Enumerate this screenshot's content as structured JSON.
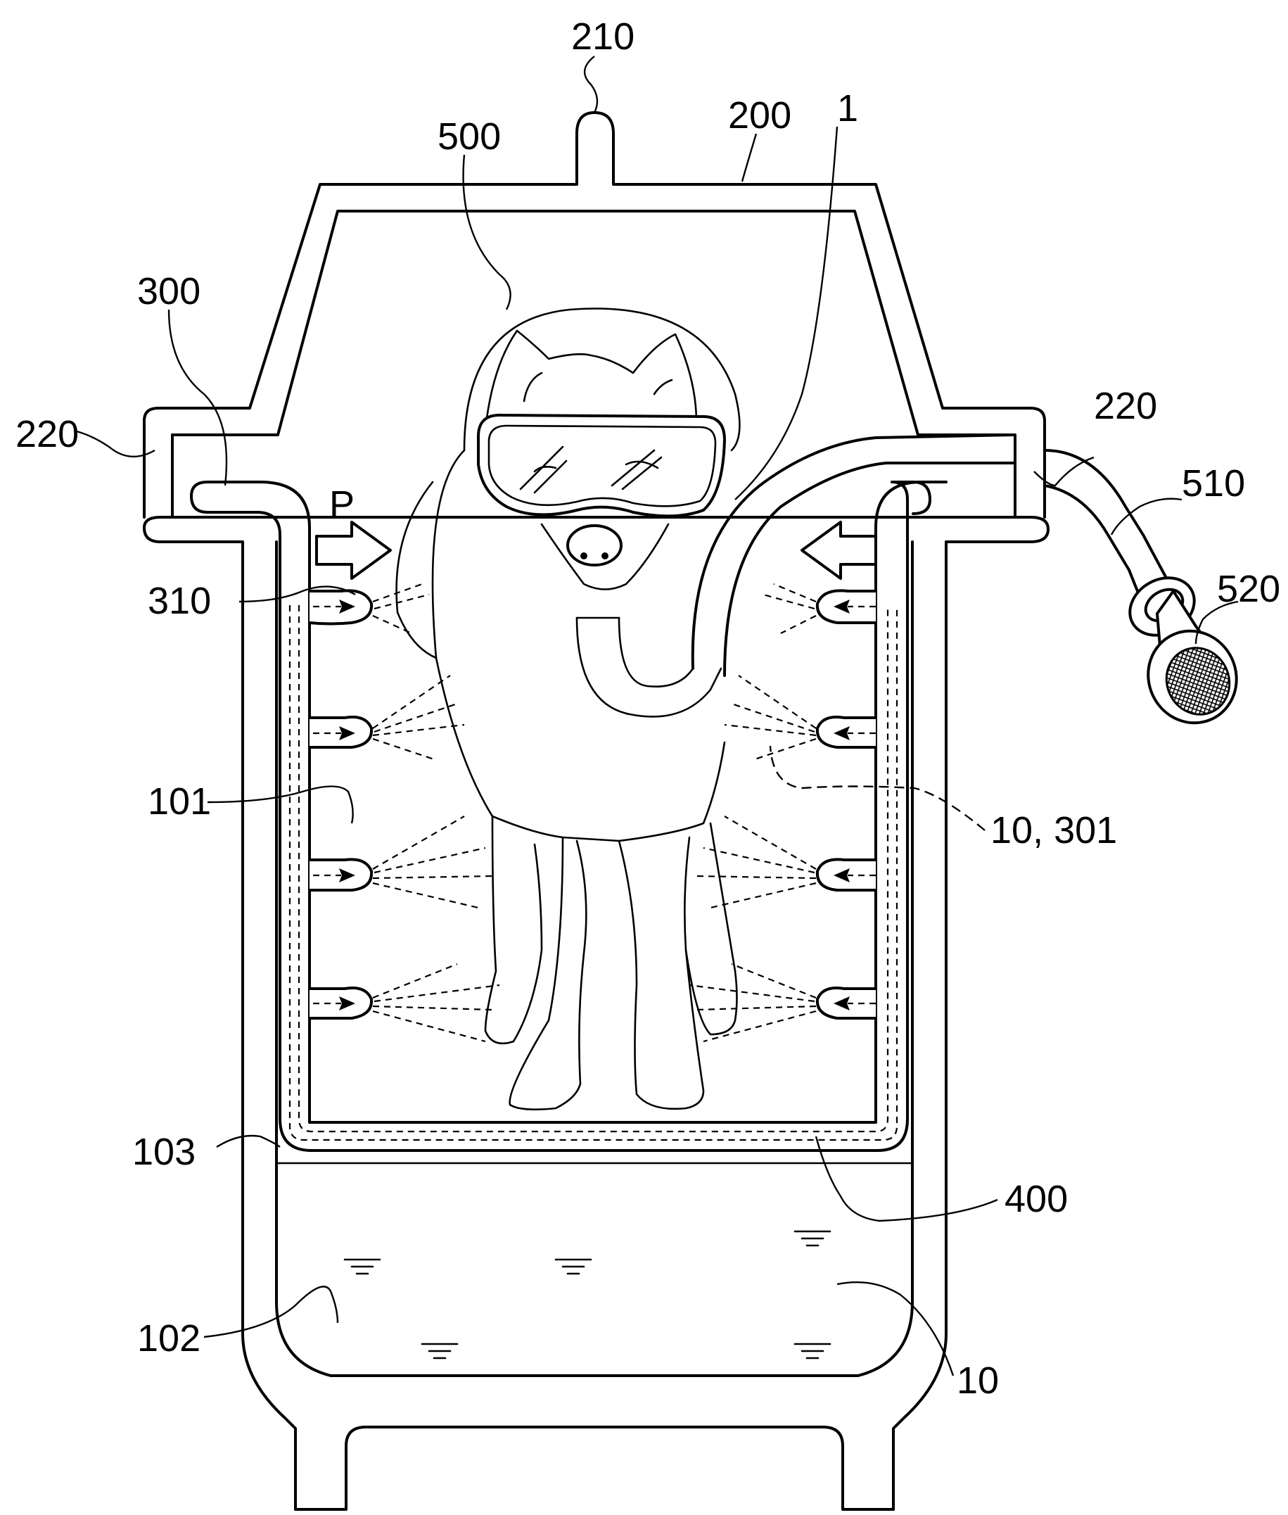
{
  "figure": {
    "labels": {
      "l210": "210",
      "l200": "200",
      "l500": "500",
      "l1": "1",
      "l300": "300",
      "l220_left": "220",
      "l220_right": "220",
      "l510": "510",
      "l520": "520",
      "lP": "P",
      "l310": "310",
      "l101": "101",
      "l10_301": "10, 301",
      "l103": "103",
      "l400": "400",
      "l102": "102",
      "l10": "10"
    }
  }
}
